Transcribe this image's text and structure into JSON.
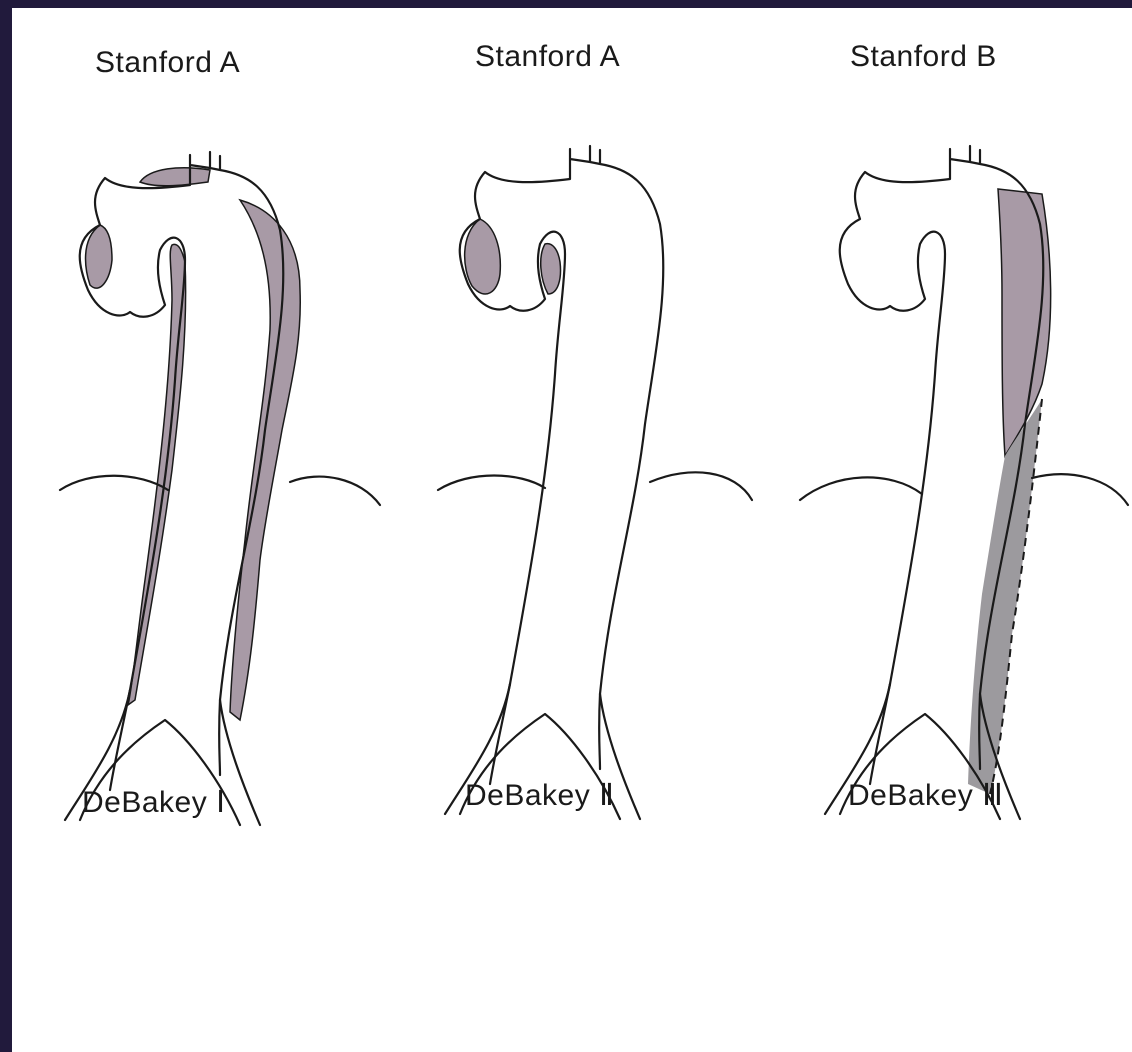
{
  "colors": {
    "frame": "#211a3c",
    "paper": "#ffffff",
    "line": "#1a1a1a",
    "dissection_fill": "#a89aa6",
    "thrombosed_fill": "#9c9a9e"
  },
  "panels": [
    {
      "stanford_label": "Stanford A",
      "debakey_label": "DeBakey Ⅰ"
    },
    {
      "stanford_label": "Stanford A",
      "debakey_label": "DeBakey Ⅱ"
    },
    {
      "stanford_label": "Stanford B",
      "debakey_label": "DeBakey Ⅲ"
    }
  ]
}
